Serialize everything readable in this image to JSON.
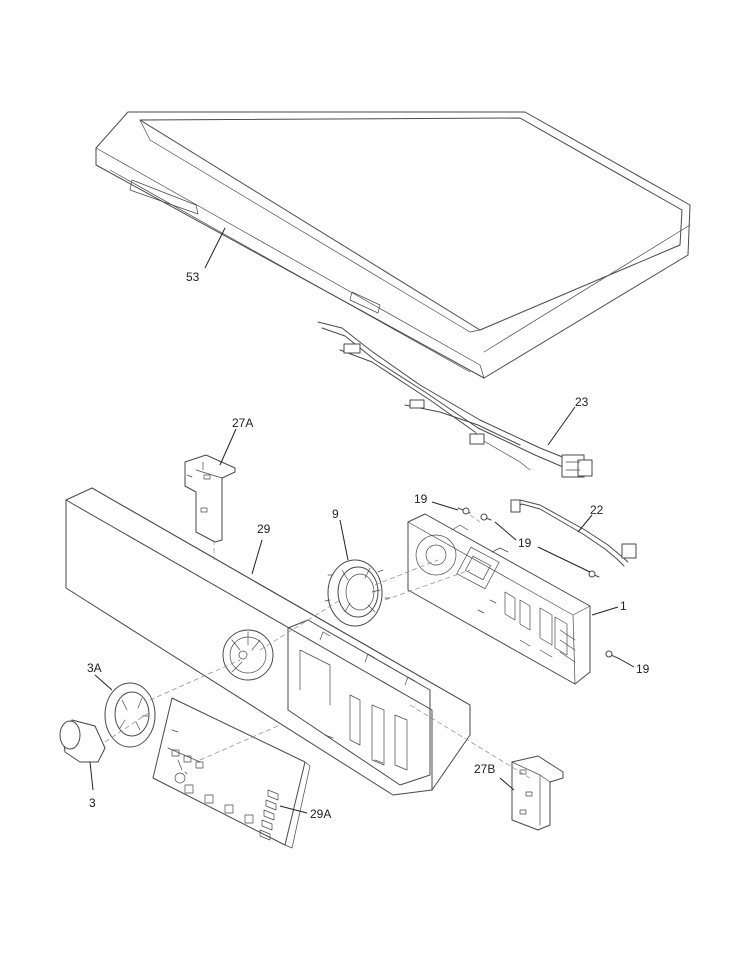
{
  "diagram": {
    "labels": {
      "top_panel": "53",
      "wire_harness": "23",
      "bracket_left": "27A",
      "console": "29",
      "knob_ring": "9",
      "screw_upper": "19",
      "screw_middle": "19",
      "screw_lower": "19",
      "wire_22": "22",
      "control_board": "1",
      "bezel_ring": "3A",
      "knob": "3",
      "overlay": "29A",
      "bracket_right": "27B"
    }
  }
}
